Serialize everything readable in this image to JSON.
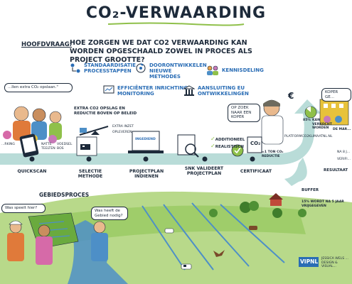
{
  "title": "CO₂-VERWAARDING",
  "hoofdvraag": {
    "label": "HOOFDVRAAG:",
    "text": "HOE ZORGEN WE DAT CO2 VERWAARDING KAN WORDEN OPGESCHAALD ZOWEL IN PROCES ALS PROJECT GROOTTE?"
  },
  "themes": [
    {
      "label": "STANDAARDISATIE PROCESSTAPPEN",
      "icon": "process-icon"
    },
    {
      "label": "DOORONTWIKKELEN NIEUWE METHODES",
      "icon": "cycle-icon"
    },
    {
      "label": "KENNISDELING",
      "icon": "people-icon"
    },
    {
      "label": "EFFICIËNTER INRICHTING MONITORING",
      "icon": "monitor-icon"
    },
    {
      "label": "AANSLUITING EU ONTWIKKELINGEN",
      "icon": "eu-icon"
    }
  ],
  "bubbles": {
    "extra_co2": "...llen extra CO₂ opslaan.\"",
    "opslag": "EXTRA CO2 OPSLAG EN REDUCTIE BOVEN OP BELEID",
    "extra_inzet": "EXTRA INZET",
    "opleveren": "OPLEVEREN",
    "op_zoek": "OP ZOEK NAAR EEN KOPER",
    "koper": "KOPER GE...",
    "was_speelt": "Was speelt hier?",
    "was_heeft": "Was heeft de Gebied nodig?",
    "ingediend": "INGEDIEND"
  },
  "farm_labels": [
    "...RKING",
    "NATTE TEELTEN",
    "VOEDSEL BOS"
  ],
  "checks": [
    "ADDITIONEEL",
    "REALISTISCH"
  ],
  "co2_card": "CO₂",
  "ton_label": "=1 TON CO₂ REDUCTIE",
  "verkocht": {
    "pct": "85%",
    "text": "KAN VERKOCHT WORDEN"
  },
  "email": "PLATFORMCO2KLIMAATNL.NL",
  "de_mar": "DE MAR...",
  "right_notes": [
    "NA 8 J...",
    "VERIFI..."
  ],
  "resultaat": "RESULTAAT",
  "buffer": "BUFFER",
  "buffer_note": "15% WORDT NA 5 JAAR VRIJGEGEVEN",
  "euro": "€",
  "steps": [
    "QUICKSCAN",
    "SELECTIE METHODE",
    "PROJECTPLAN INDIENEN",
    "SNK VALIDEERT PROJECTPLAN",
    "CERTIFICAAT"
  ],
  "gebiedsproces": "GEBIEDSPROCES",
  "logo": "VIPNL",
  "credit": "JESSICA WELS ... DESIGN & VISUAL...",
  "colors": {
    "arrow": "#b9dcd8",
    "accent_blue": "#2a6db5",
    "grass": "#8fc04a",
    "water": "#4d8fc7",
    "ink": "#1d2a3a"
  }
}
